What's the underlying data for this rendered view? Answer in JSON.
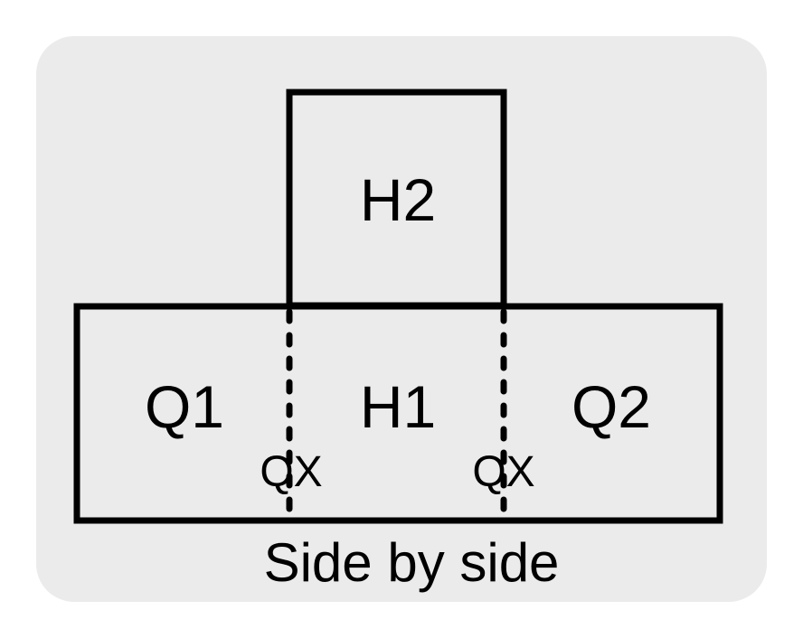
{
  "diagram": {
    "caption": "Side by side",
    "regions": {
      "h2": "H2",
      "q1": "Q1",
      "h1": "H1",
      "q2": "Q2"
    },
    "boundary_labels": [
      "QX",
      "QX"
    ],
    "colors": {
      "background": "#ebebeb",
      "stroke": "#000000"
    }
  }
}
